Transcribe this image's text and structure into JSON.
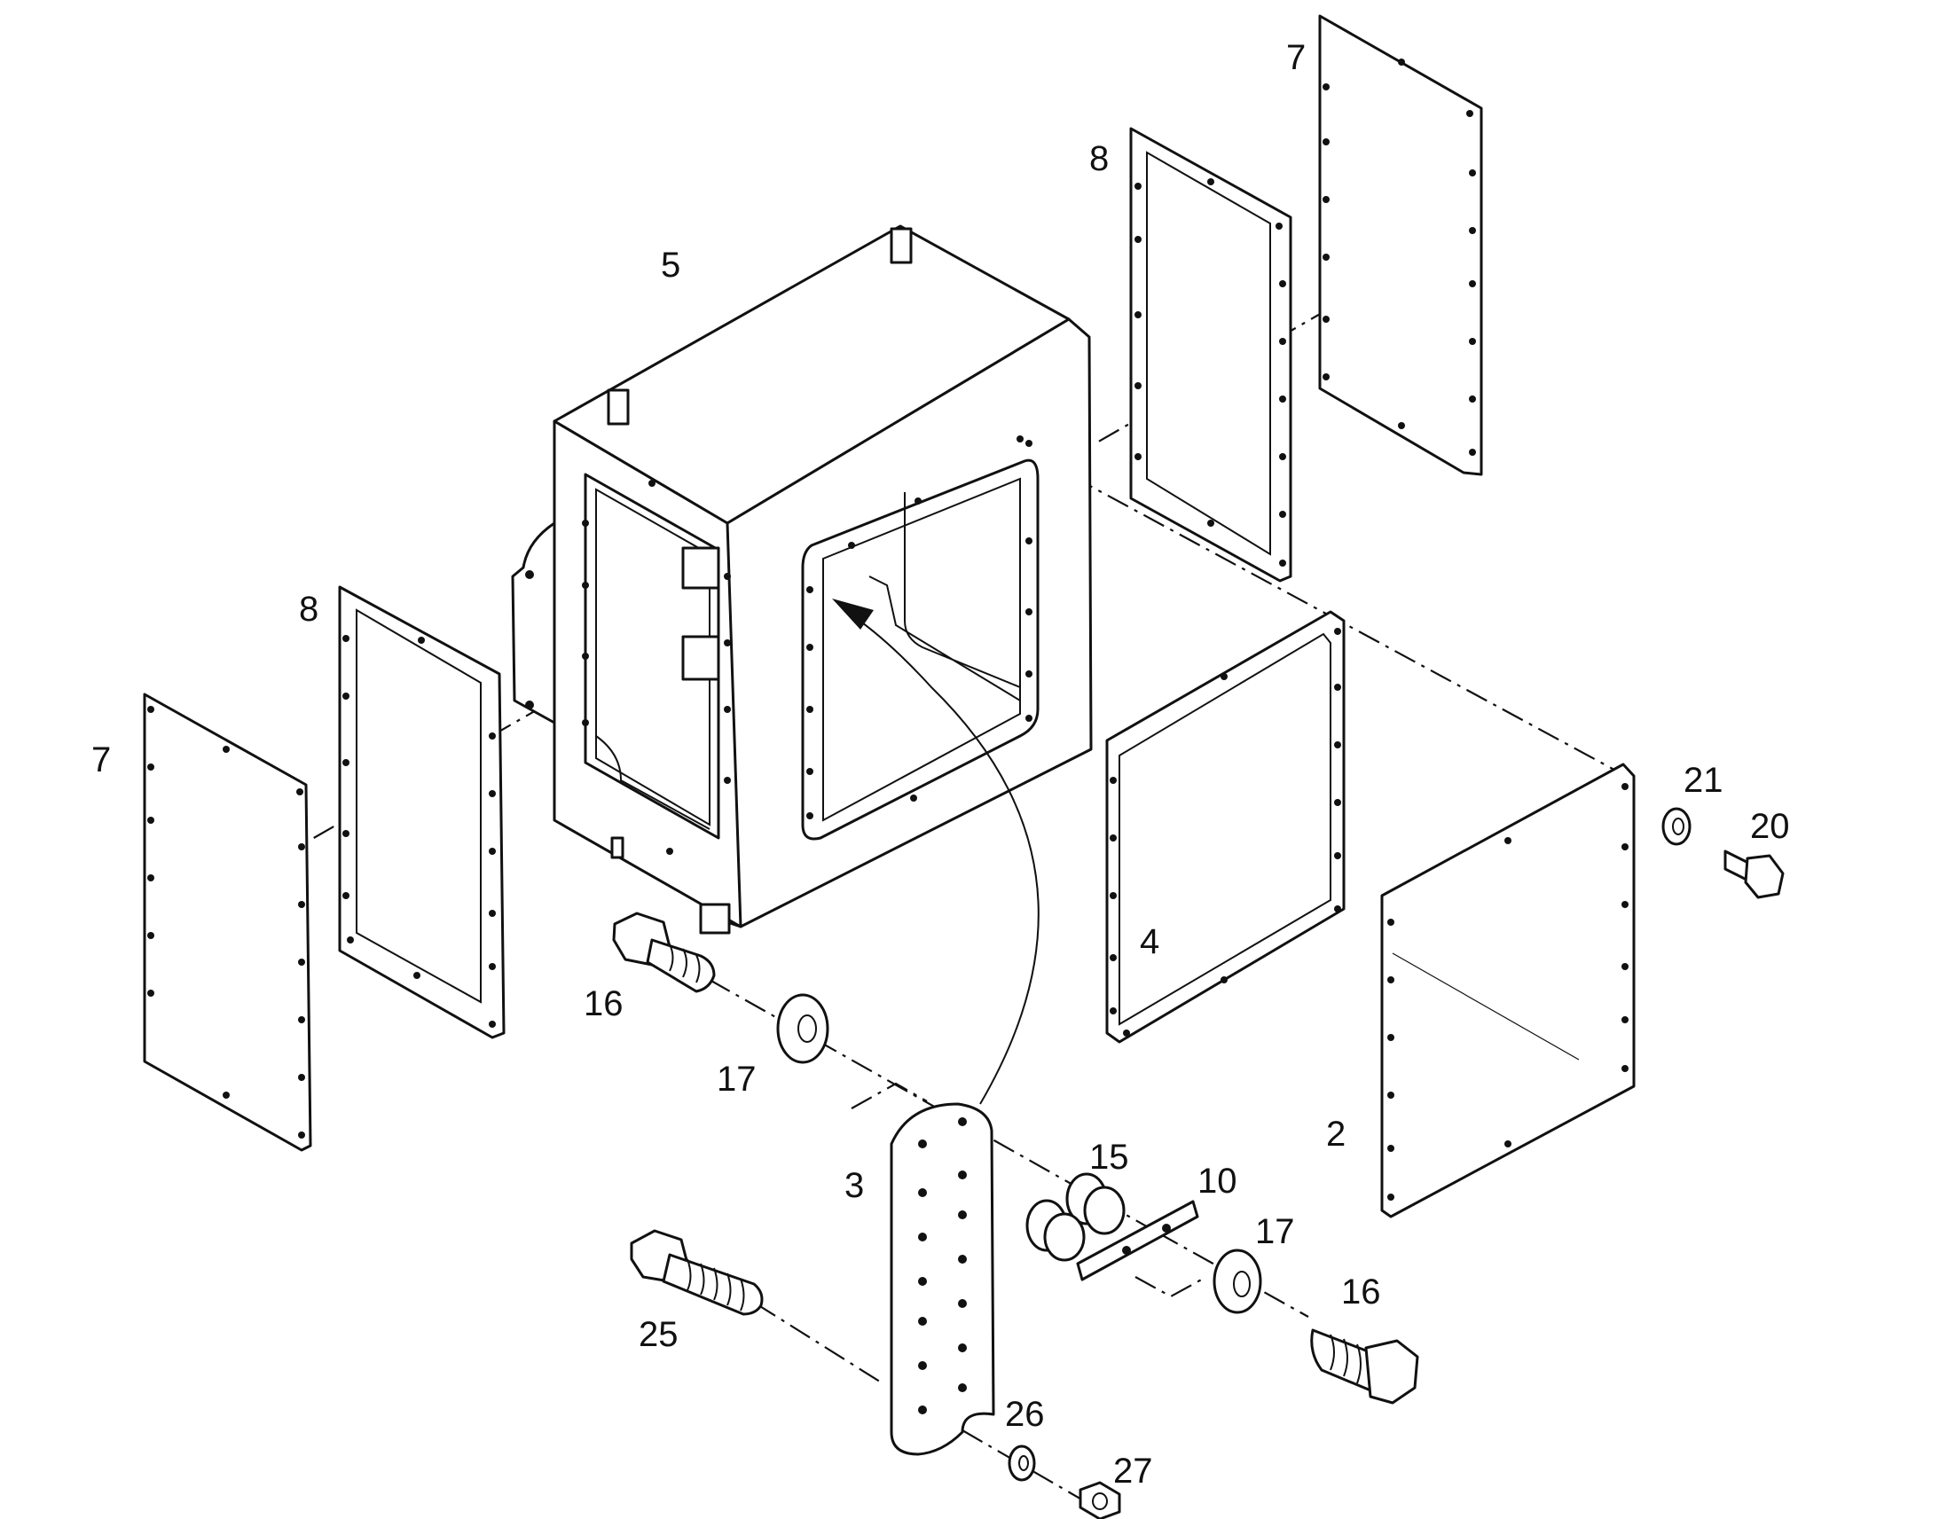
{
  "diagram": {
    "callouts": {
      "c5": "5",
      "c7_top": "7",
      "c8_top": "8",
      "c8_left": "8",
      "c7_left": "7",
      "c4": "4",
      "c21": "21",
      "c20": "20",
      "c2": "2",
      "c16_left": "16",
      "c17_left": "17",
      "c3": "3",
      "c15": "15",
      "c10": "10",
      "c17_right": "17",
      "c16_right": "16",
      "c25": "25",
      "c26": "26",
      "c27": "27"
    }
  }
}
